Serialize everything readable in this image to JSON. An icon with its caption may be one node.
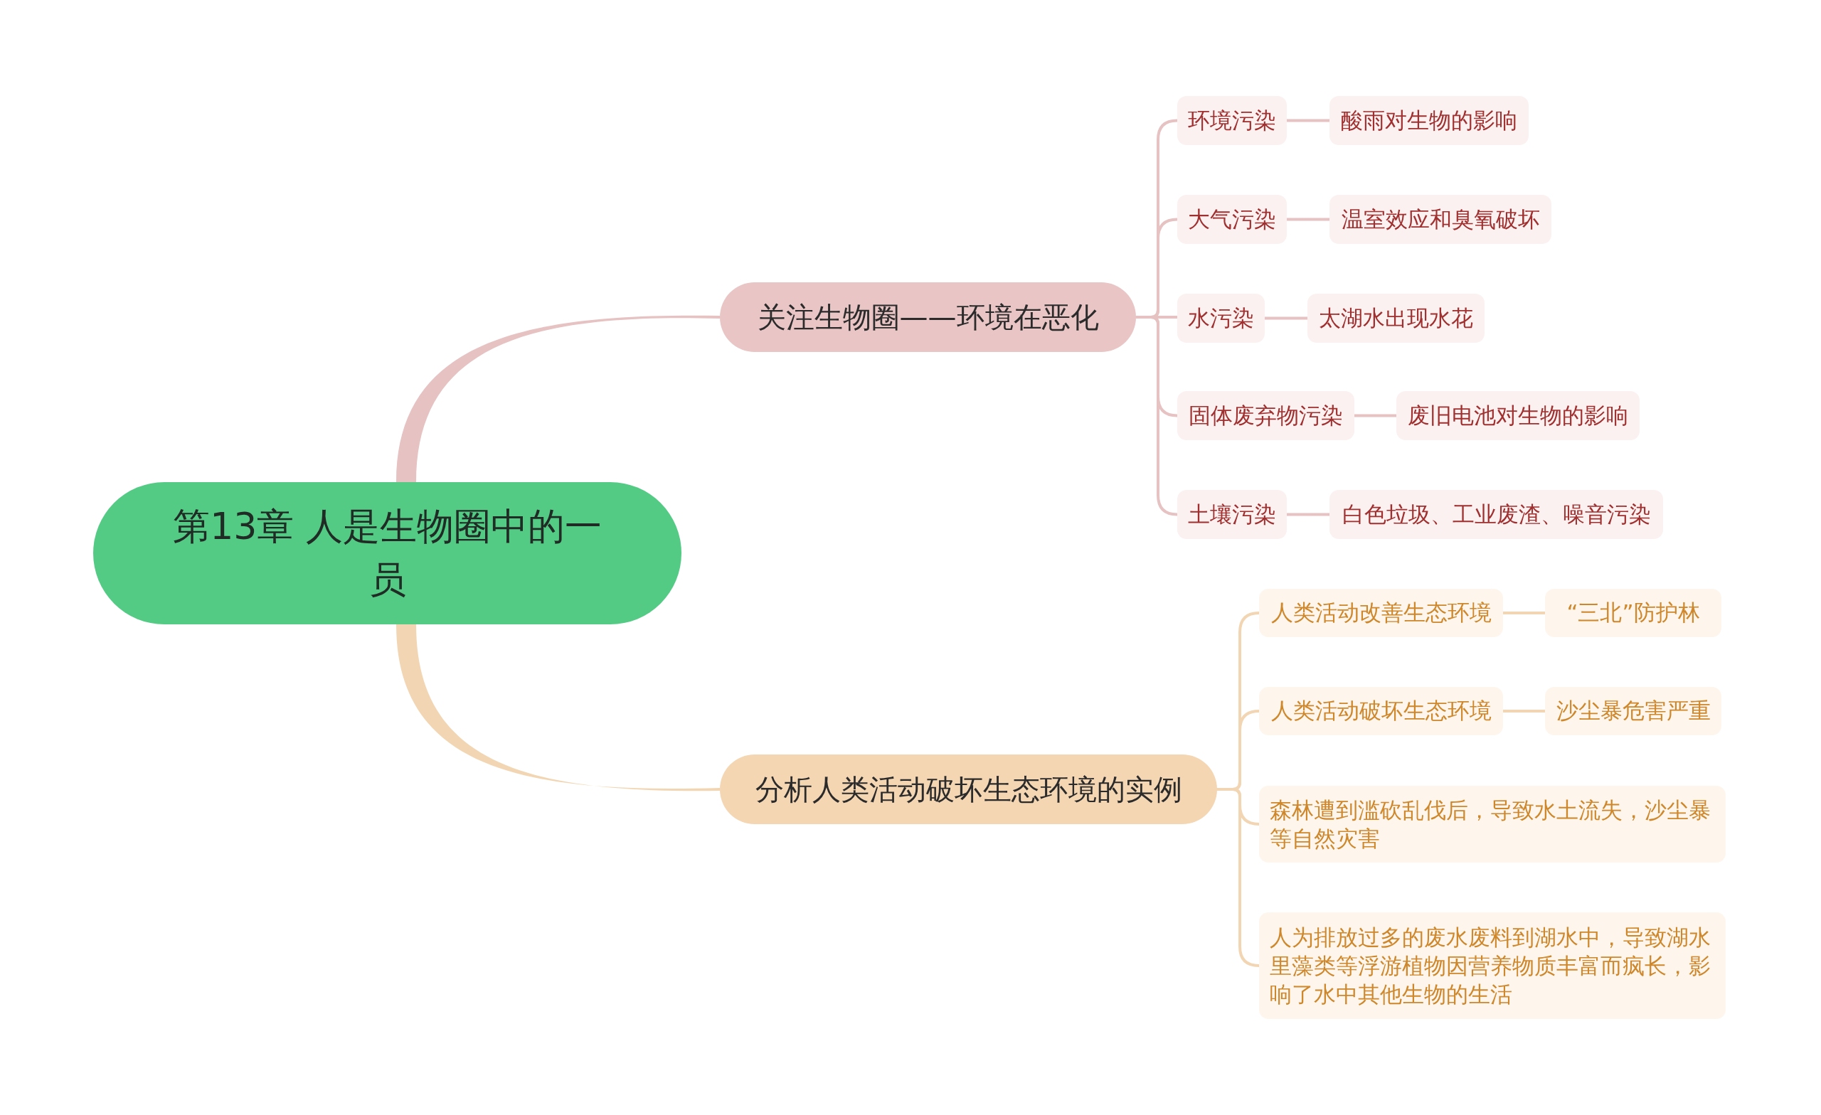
{
  "diagram": {
    "nodes": [
      {
        "text": [
          "第13章 人是生物圈中的一员"
        ]
      },
      {
        "text": [
          "关注生物圈——环境在恶化"
        ]
      },
      {
        "text": [
          "环境污染"
        ]
      },
      {
        "text": [
          "酸雨对生物的影响"
        ]
      },
      {
        "text": [
          "大气污染"
        ]
      },
      {
        "text": [
          "温室效应和臭氧破坏"
        ]
      },
      {
        "text": [
          "水污染"
        ]
      },
      {
        "text": [
          "太湖水出现水花"
        ]
      },
      {
        "text": [
          "固体废弃物污染"
        ]
      },
      {
        "text": [
          "废旧电池对生物的影响"
        ]
      },
      {
        "text": [
          "土壤污染"
        ]
      },
      {
        "text": [
          "白色垃圾、工业废渣、噪音污染"
        ]
      },
      {
        "text": [
          "分析人类活动破坏生态环境的实例"
        ]
      },
      {
        "text": [
          "人类活动改善生态环境"
        ]
      },
      {
        "text": [
          "“三北”防护林"
        ]
      },
      {
        "text": [
          "人类活动破坏生态环境"
        ]
      },
      {
        "text": [
          "沙尘暴危害严重"
        ]
      },
      {
        "text": [
          "森林遭到滥砍乱伐后，导致水土流失，沙尘暴等自然灾害"
        ]
      },
      {
        "text": [
          "人为排放过多的废水废料到湖水中，导致湖水里藻类等浮游植物因营养物质丰富而疯长，影响了水中其他生物的生活"
        ]
      }
    ],
    "edges": [
      {
        "from": 0,
        "to": 1,
        "arrow": "none",
        "style": "thick"
      },
      {
        "from": 1,
        "to": 2,
        "arrow": "none"
      },
      {
        "from": 2,
        "to": 3,
        "arrow": "none"
      },
      {
        "from": 1,
        "to": 4,
        "arrow": "none"
      },
      {
        "from": 4,
        "to": 5,
        "arrow": "none"
      },
      {
        "from": 1,
        "to": 6,
        "arrow": "none"
      },
      {
        "from": 6,
        "to": 7,
        "arrow": "none"
      },
      {
        "from": 1,
        "to": 8,
        "arrow": "none"
      },
      {
        "from": 8,
        "to": 9,
        "arrow": "none"
      },
      {
        "from": 1,
        "to": 10,
        "arrow": "none"
      },
      {
        "from": 10,
        "to": 11,
        "arrow": "none"
      },
      {
        "from": 0,
        "to": 12,
        "arrow": "none",
        "style": "thick",
        "color": "#f2d6b3"
      },
      {
        "from": 12,
        "to": 13,
        "arrow": "none",
        "color": "#f2d6b3"
      },
      {
        "from": 13,
        "to": 14,
        "arrow": "none",
        "color": "#f2d6b3"
      },
      {
        "from": 12,
        "to": 15,
        "arrow": "none",
        "color": "#f2d6b3"
      },
      {
        "from": 15,
        "to": 16,
        "arrow": "none",
        "color": "#f2d6b3"
      },
      {
        "from": 12,
        "to": 17,
        "arrow": "none",
        "color": "#f2d6b3"
      },
      {
        "from": 12,
        "to": 18,
        "arrow": "none",
        "color": "#f2d6b3"
      }
    ]
  }
}
